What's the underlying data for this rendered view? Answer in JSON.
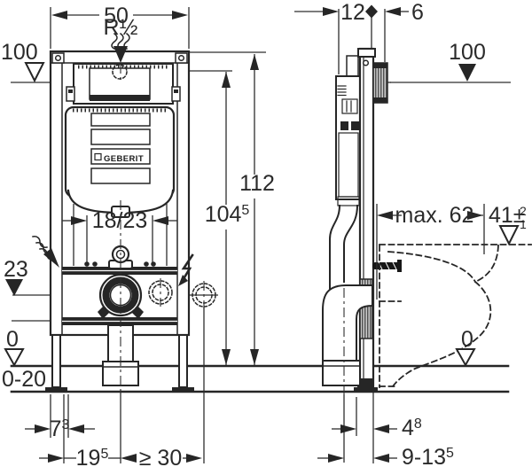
{
  "labels": {
    "brand": "GEBERIT"
  },
  "dimensions": {
    "frame_width": "50",
    "water_supply_thread": "R½",
    "depth_top": "12",
    "depth_wall": "6",
    "level_top_left": "100",
    "level_top_right": "100",
    "height_total": "112",
    "height_flush_connection": {
      "value": "104",
      "sup": "5"
    },
    "bolt_spacing": "18/23",
    "drain_height": "23",
    "bowl_depth_max": "max. 62",
    "bowl_height": {
      "value": "41±",
      "plus": "2",
      "minus": "1"
    },
    "floor_level_left": "0",
    "floor_level_right": "0",
    "floor_buildup": "0-20",
    "foot_offset": {
      "value": "7",
      "sup": "3"
    },
    "drain_offset": {
      "value": "19",
      "sup": "5"
    },
    "side_clearance": "≥ 30",
    "outlet_wall_distance": {
      "value": "4",
      "sup": "8"
    },
    "outlet_depth_range": {
      "value": "9-13",
      "sup": "5"
    }
  }
}
